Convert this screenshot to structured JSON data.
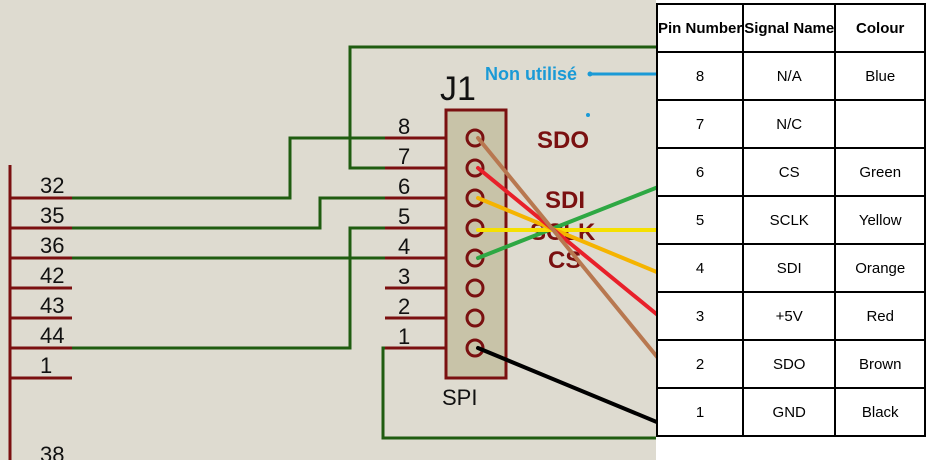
{
  "schematic": {
    "header_ref": "J1",
    "header_name": "SPI",
    "header_pins": [
      "8",
      "7",
      "6",
      "5",
      "4",
      "3",
      "2",
      "1"
    ],
    "header_signals": [
      "SDO",
      "SDI",
      "SCLK",
      "CS"
    ],
    "mcu_pins": [
      "32",
      "35",
      "36",
      "42",
      "43",
      "44",
      "1",
      "38"
    ],
    "note": "Non utilisé"
  },
  "table": {
    "headers": [
      "Pin Number",
      "Signal Name",
      "Colour"
    ],
    "rows": [
      {
        "pin": "8",
        "signal": "N/A",
        "colour": "Blue",
        "wire_color": "#1a8fd6"
      },
      {
        "pin": "7",
        "signal": "N/C",
        "colour": "",
        "wire_color": ""
      },
      {
        "pin": "6",
        "signal": "CS",
        "colour": "Green",
        "wire_color": "#2ea843"
      },
      {
        "pin": "5",
        "signal": "SCLK",
        "colour": "Yellow",
        "wire_color": "#f5e000"
      },
      {
        "pin": "4",
        "signal": "SDI",
        "colour": "Orange",
        "wire_color": "#f5b400"
      },
      {
        "pin": "3",
        "signal": "+5V",
        "colour": "Red",
        "wire_color": "#e8202a"
      },
      {
        "pin": "2",
        "signal": "SDO",
        "colour": "Brown",
        "wire_color": "#b87850"
      },
      {
        "pin": "1",
        "signal": "GND",
        "colour": "Black",
        "wire_color": "#000000"
      }
    ]
  },
  "colors": {
    "schematic_bg": "#dedbd0",
    "trace": "#1f5c10",
    "component": "#7a1010",
    "annotation": "#1a9ad6"
  }
}
